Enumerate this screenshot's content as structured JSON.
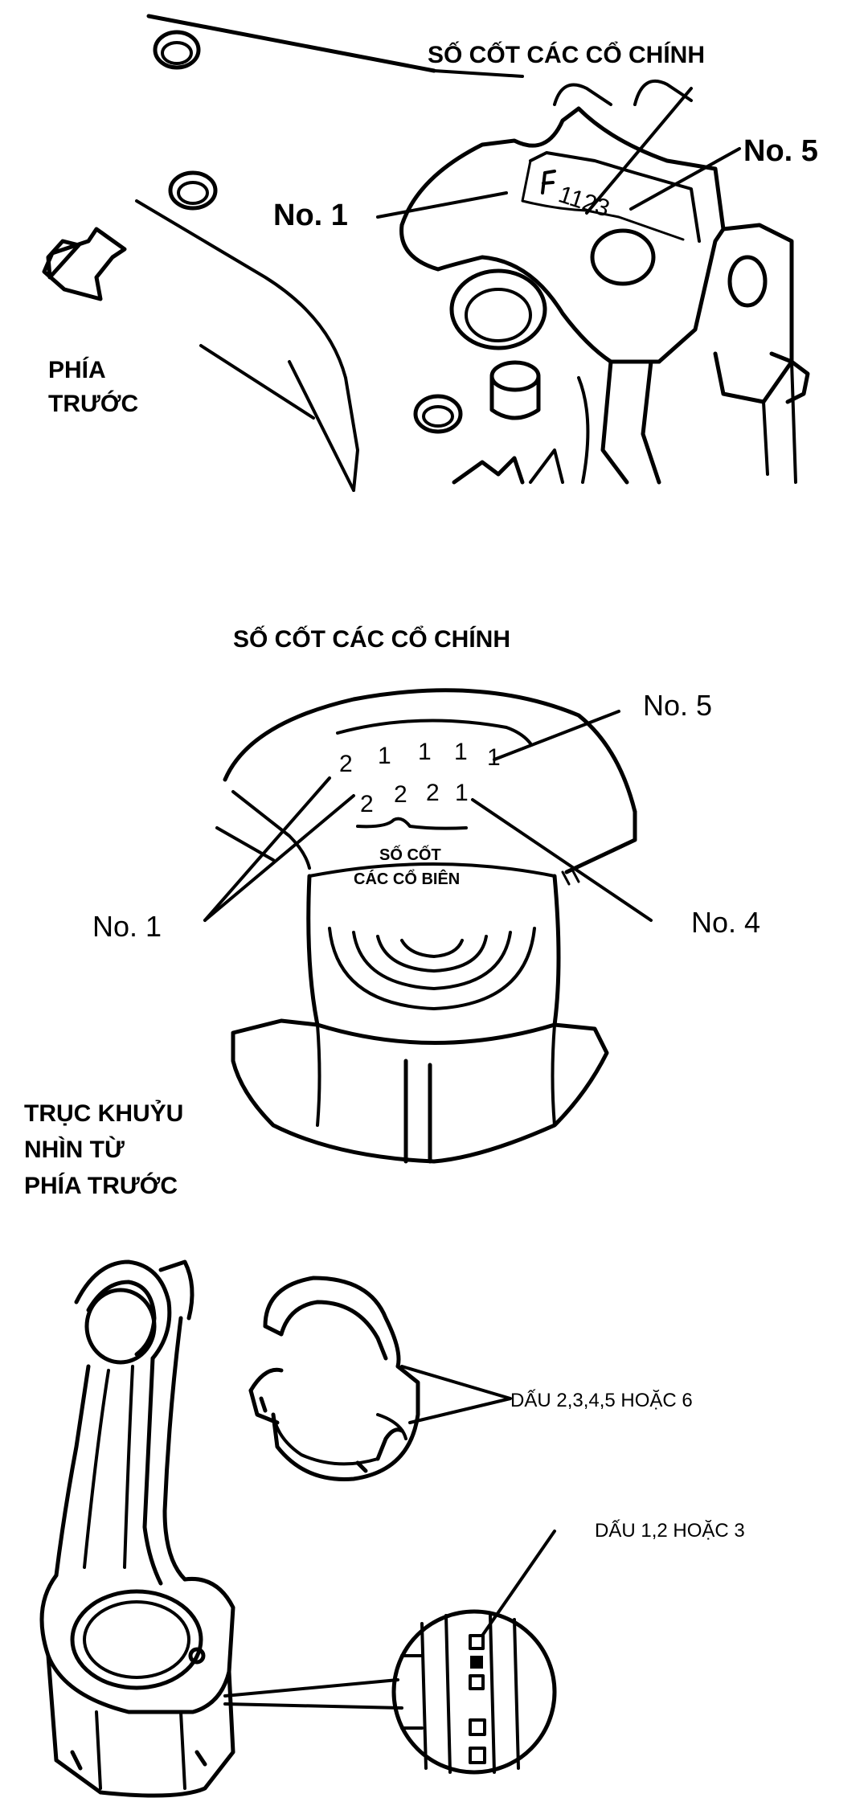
{
  "top_view": {
    "main_journal_numbers_title": "SỐ CỐT CÁC CỔ CHÍNH",
    "label_no1": "No. 1",
    "label_no5": "No. 5",
    "stamped_code": "1123",
    "front_label_line1": "PHÍA",
    "front_label_line2": "TRƯỚC"
  },
  "crank_view": {
    "main_journal_numbers_title": "SỐ CỐT CÁC CỔ CHÍNH",
    "main_digits": [
      "2",
      "1",
      "1",
      "1",
      "1"
    ],
    "pin_digits": [
      "2",
      "2",
      "2",
      "1"
    ],
    "pin_numbers_label_line1": "SỐ CỐT",
    "pin_numbers_label_line2": "CÁC CỔ BIÊN",
    "label_no5": "No. 5",
    "label_no1": "No. 1",
    "label_no4": "No. 4",
    "view_caption_line1": "TRỤC KHUỶU",
    "view_caption_line2": "NHÌN TỪ",
    "view_caption_line3": "PHÍA TRƯỚC"
  },
  "rod_view": {
    "bearing_mark_label": "DẤU 2,3,4,5 HOẶC 6",
    "rod_mark_label": "DẤU 1,2 HOẶC 3"
  }
}
